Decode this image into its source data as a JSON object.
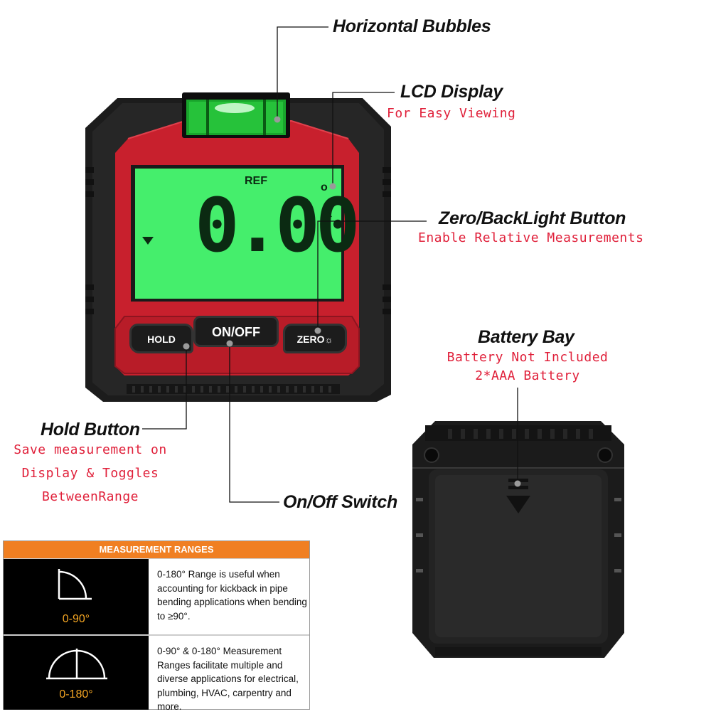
{
  "callouts": {
    "horizontal_bubbles": {
      "title": "Horizontal Bubbles"
    },
    "lcd_display": {
      "title": "LCD Display",
      "subtitle": "For Easy Viewing"
    },
    "zero_backlight": {
      "title": "Zero/BackLight Button",
      "subtitle": "Enable Relative Measurements"
    },
    "battery_bay": {
      "title": "Battery Bay",
      "lines": [
        "Battery Not Included",
        "2*AAA Battery"
      ]
    },
    "hold_button": {
      "title": "Hold Button",
      "lines": [
        "Save measurement on",
        "Display & Toggles",
        "BetweenRange"
      ]
    },
    "onoff_switch": {
      "title": "On/Off Switch"
    }
  },
  "device": {
    "lcd": {
      "ref_label": "REF",
      "reading": "0.00",
      "unit_indicator": "o"
    },
    "buttons": {
      "hold": "HOLD",
      "onoff": "ON/OFF",
      "zero": "ZERO"
    },
    "colors": {
      "body": "#c8202d",
      "shell": "#1e1e1e",
      "lcd": "#45ee6c",
      "bubble": "#26c23a"
    }
  },
  "measurement_ranges": {
    "header": "MEASUREMENT RANGES",
    "rows": [
      {
        "label": "0-90°",
        "text": "0-180° Range is useful when accounting for kickback in pipe bending applications when bending to ≥90°."
      },
      {
        "label": "0-180°",
        "text": "0-90° & 0-180° Measurement Ranges facilitate multiple and diverse applications for electrical, plumbing, HVAC, carpentry and more."
      }
    ]
  },
  "icons": {
    "arrow_down": "arrow-down-icon",
    "arrow_up": "arrow-up-icon",
    "backlight": "sun-icon",
    "quarter_angle": "quarter-angle-icon",
    "half_angle": "half-angle-icon"
  }
}
